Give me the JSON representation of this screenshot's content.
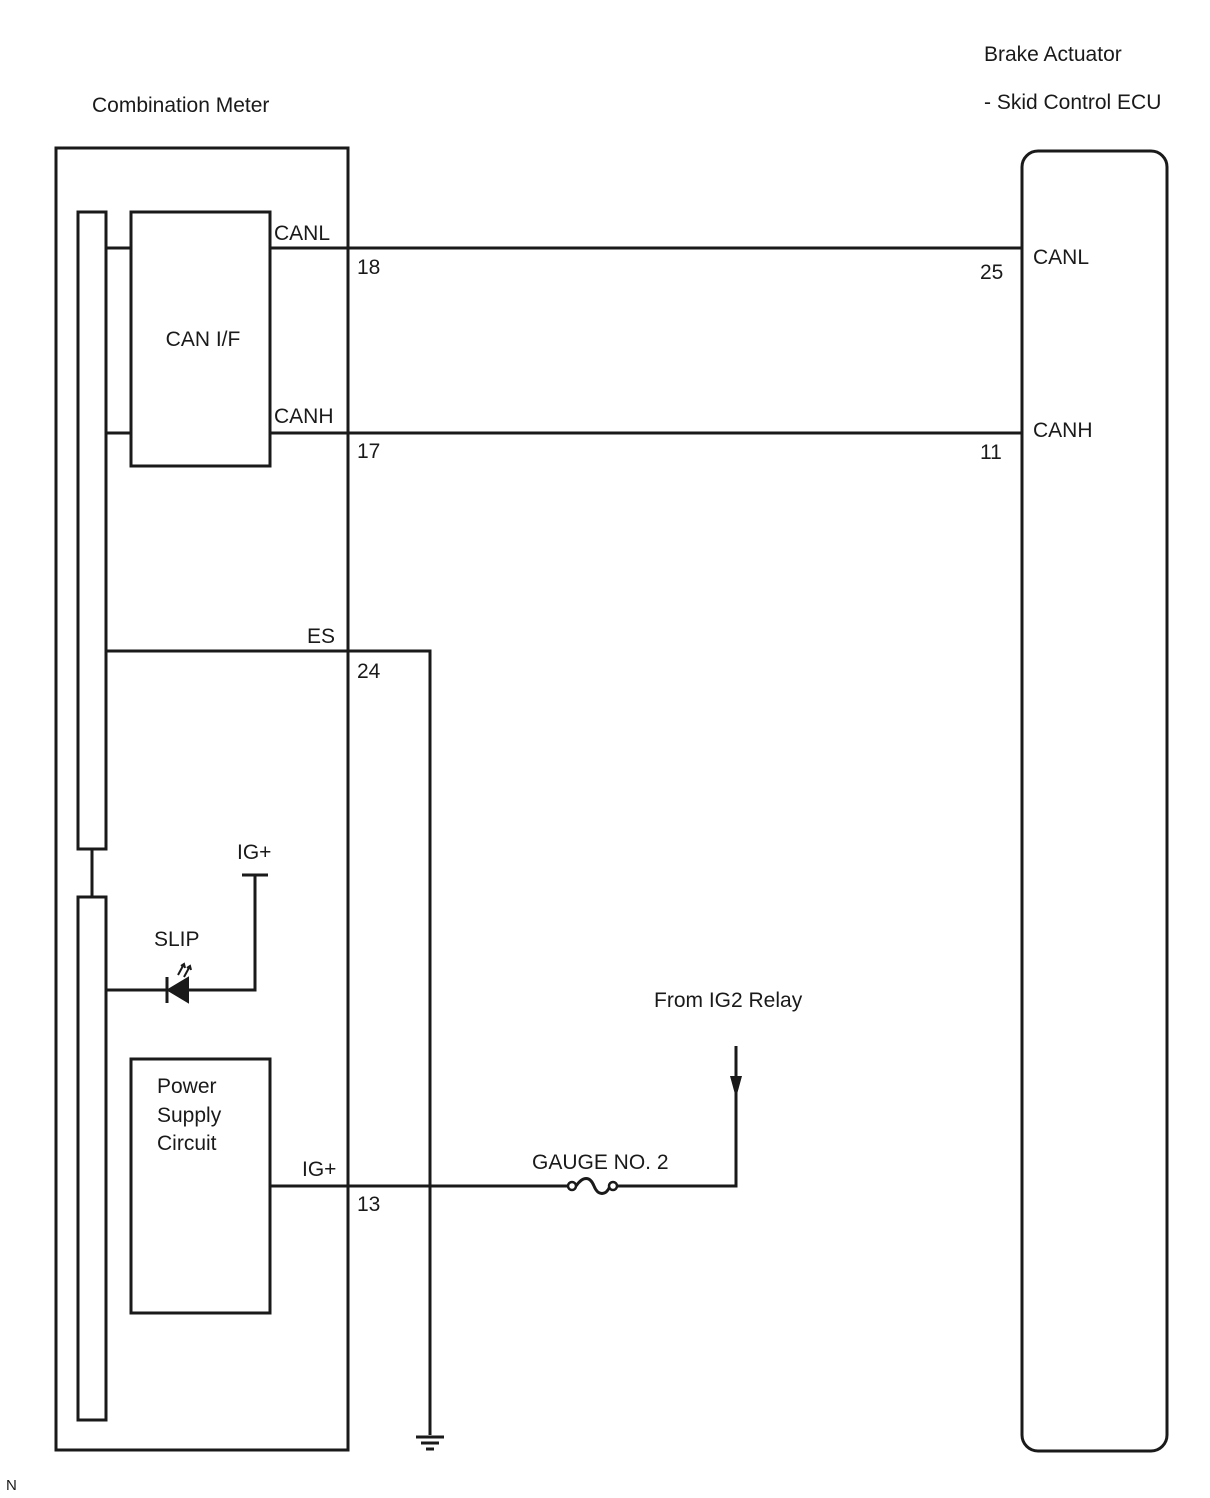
{
  "components": {
    "combination_meter": {
      "title": "Combination Meter",
      "can_if_label": "CAN I/F",
      "power_supply_lines": [
        "Power",
        "Supply",
        "Circuit"
      ],
      "slip_label": "SLIP",
      "ig_plus_internal_label": "IG+"
    },
    "brake_actuator": {
      "title_line1": "Brake Actuator",
      "title_line2": "- Skid Control ECU"
    }
  },
  "pins": {
    "canl_meter": {
      "signal": "CANL",
      "number": "18"
    },
    "canh_meter": {
      "signal": "CANH",
      "number": "17"
    },
    "es_meter": {
      "signal": "ES",
      "number": "24"
    },
    "ig_meter": {
      "signal": "IG+",
      "number": "13"
    },
    "canl_ecu": {
      "signal": "CANL",
      "number": "25"
    },
    "canh_ecu": {
      "signal": "CANH",
      "number": "11"
    }
  },
  "fuse": {
    "label": "GAUGE NO. 2"
  },
  "power_source": {
    "label": "From IG2 Relay"
  },
  "corner_mark": "N"
}
